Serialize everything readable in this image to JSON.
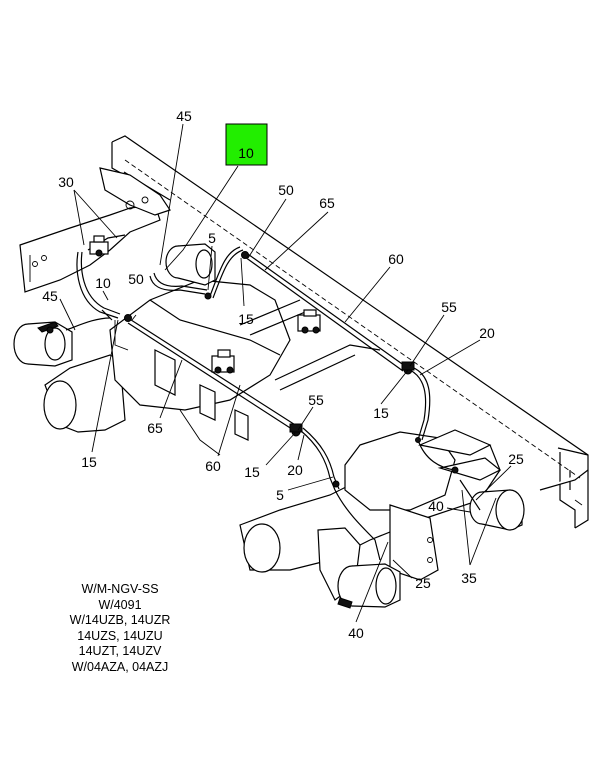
{
  "highlight": {
    "label": "10",
    "color": "#22ee00"
  },
  "callouts": {
    "c45a": "45",
    "c30": "30",
    "c45b": "45",
    "c10": "10",
    "c50a": "50",
    "c5a": "5",
    "c15a": "15",
    "c50b": "50",
    "c65a": "65",
    "c60a": "60",
    "c55a": "55",
    "c20a": "20",
    "c15b": "15",
    "c65b": "65",
    "c15c": "15",
    "c60b": "60",
    "c55b": "55",
    "c15d": "15",
    "c20b": "20",
    "c5b": "5",
    "c25a": "25",
    "c40a": "40",
    "c35": "35",
    "c25b": "25",
    "c40b": "40"
  },
  "notes": [
    "W/M-NGV-SS",
    "W/4091",
    "W/14UZB, 14UZR",
    "14UZS, 14UZU",
    "14UZT, 14UZV",
    "W/04AZA, 04AZJ"
  ]
}
